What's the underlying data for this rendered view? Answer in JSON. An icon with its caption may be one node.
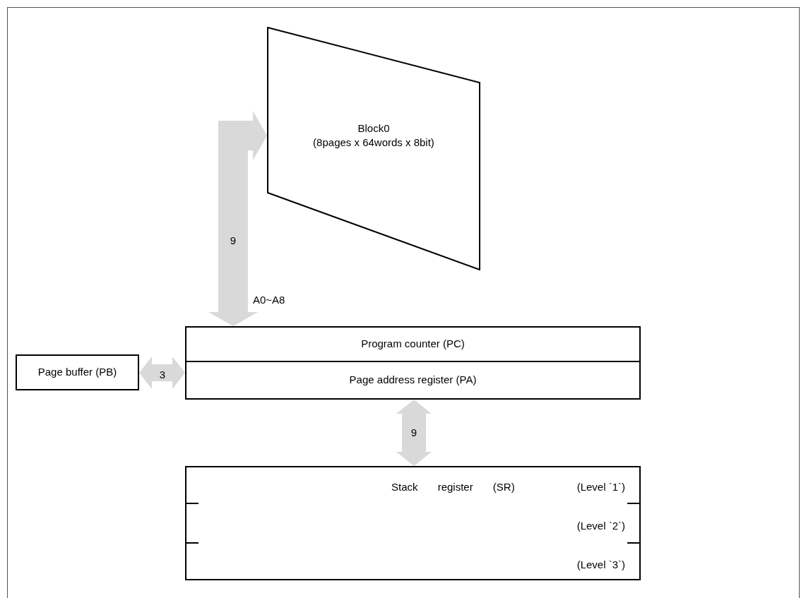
{
  "diagram": {
    "nodes": [
      {
        "text": [
          "Block0",
          "(8pages x 64words x 8bit)"
        ]
      },
      {
        "text": [
          "Program counter (PC)"
        ]
      },
      {
        "text": [
          "Page address register (PA)"
        ]
      },
      {
        "text": [
          "Page buffer (PB)"
        ]
      },
      {
        "text": [
          "Stack register (SR)",
          "(Level `1`)",
          "(Level `2`)",
          "(Level `3`)"
        ]
      }
    ],
    "edges": [
      {
        "from": 1,
        "to": 0,
        "arrow": "both",
        "label": "9"
      },
      {
        "from": 3,
        "to": 2,
        "arrow": "both",
        "label": "3"
      },
      {
        "from": 2,
        "to": 4,
        "arrow": "both",
        "label": "9"
      }
    ],
    "labels": [
      "A0~A8"
    ]
  }
}
